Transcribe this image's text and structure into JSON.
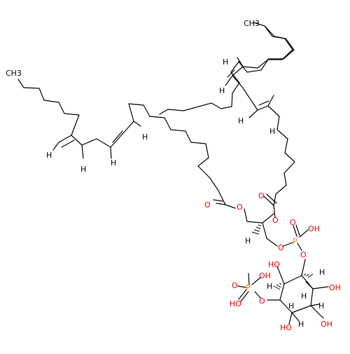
{
  "colors": {
    "carbon": "#000000",
    "oxygen": "#e8000b",
    "phosphorus": "#ff8000",
    "hydrogen": "#000000",
    "background": "#ffffff"
  },
  "labels": {
    "ch3_top": "CH3",
    "ch3_left": "CH3",
    "h_db1a": "H",
    "h_db1b": "H",
    "h_db2a": "H",
    "h_db2b": "H",
    "h_db3a": "H",
    "h_db3b": "H",
    "h_db4a": "H",
    "h_db4b": "H",
    "o_ester1_carbonyl": "O",
    "o_ester1_link": "O",
    "o_ester2_carbonyl": "O",
    "o_ester2_link": "O",
    "h_glycerol": "H",
    "o_glycerol_p": "O",
    "p1": "P",
    "p1_oxo": "O",
    "p1_oh": "OH",
    "p1_o_ring": "O",
    "p2": "P",
    "p2_oxo": "O",
    "p2_oh_top": "OH",
    "p2_oh_left": "HO",
    "p2_o_ring": "O",
    "ring_h1": "H",
    "ring_h2": "H",
    "ring_h3": "H",
    "ring_h4": "H",
    "ring_h5": "H",
    "ring_h6": "H",
    "ring_oh_a": "HO",
    "ring_oh_b": "OH",
    "ring_oh_c": "OH",
    "ring_oh_d": "HO"
  }
}
